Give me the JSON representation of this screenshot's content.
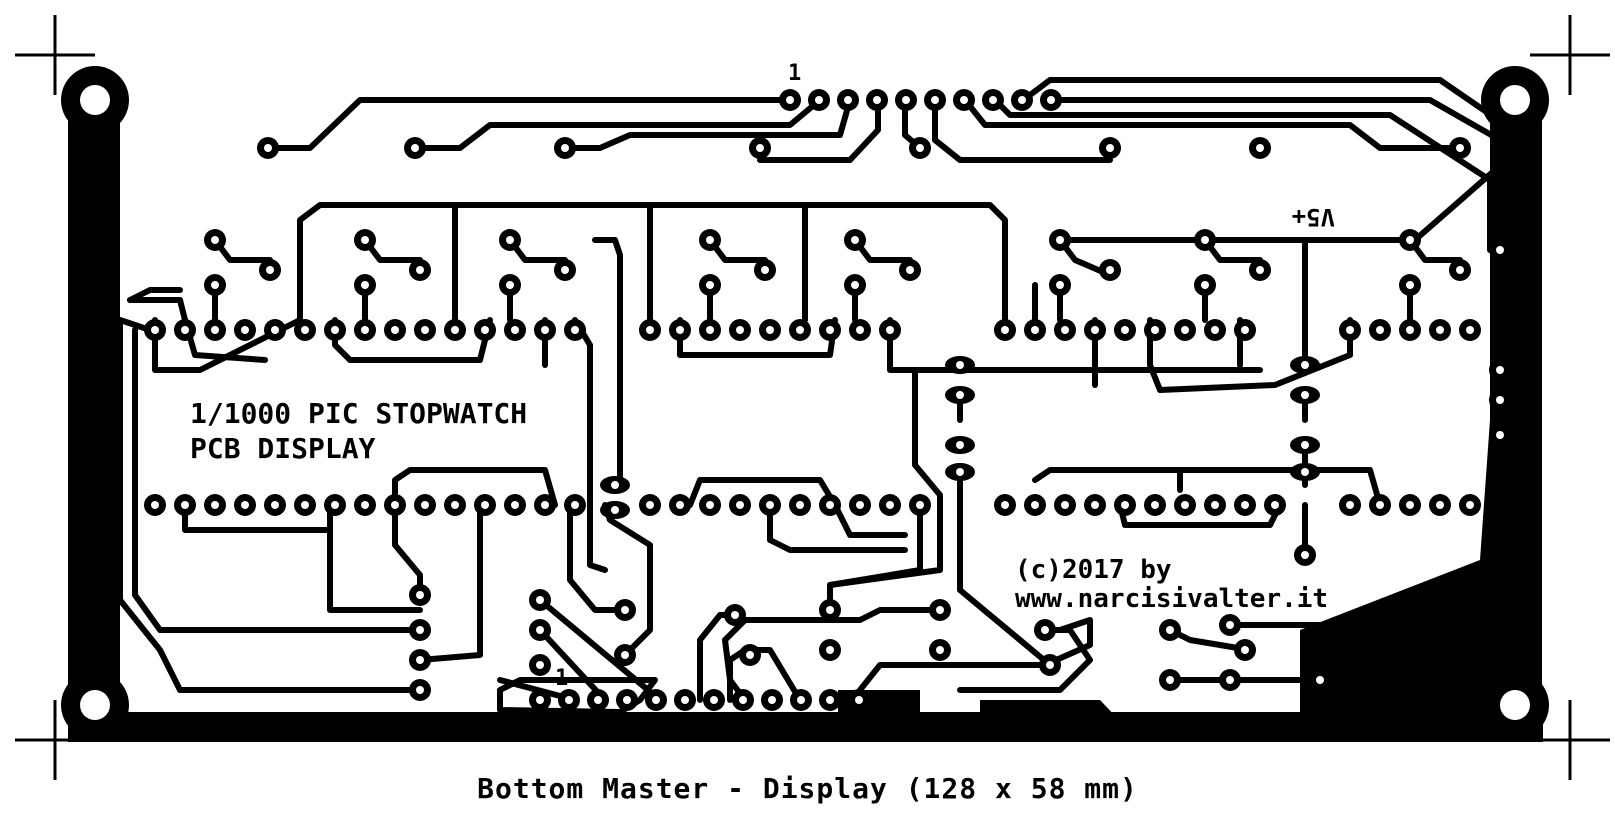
{
  "board": {
    "title_line1": "1/1000 PIC STOPWATCH",
    "title_line2": "PCB DISPLAY",
    "copyright_line1": "(c)2017 by",
    "copyright_line2": "www.narcisivalter.it",
    "power_label": "V5+",
    "pin1_top": "1",
    "pin1_bottom": "1"
  },
  "caption": "Bottom Master - Display (128 x 58 mm)",
  "colors": {
    "copper": "#000000",
    "background": "#ffffff"
  }
}
